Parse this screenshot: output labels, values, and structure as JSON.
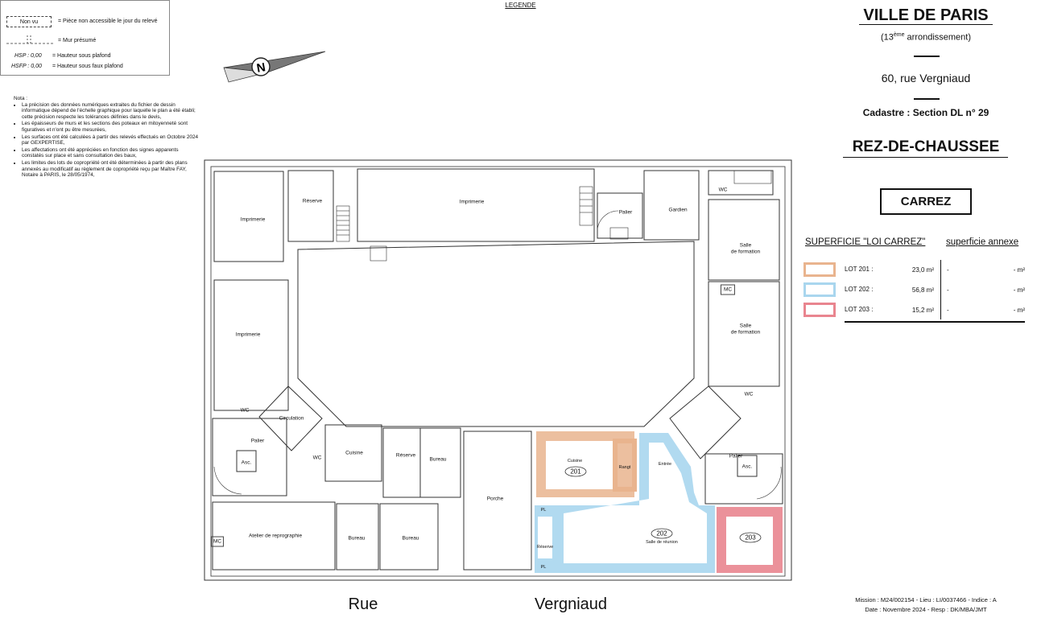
{
  "legend": {
    "title": "LEGENDE",
    "non_vu_label": "Non vu",
    "non_vu_desc": "= Pièce non accessible le jour du relevé",
    "mur_desc": "= Mur présumé",
    "hsp_code": "HSP : 0,00",
    "hsp_desc": "= Hauteur sous plafond",
    "hsfp_code": "HSFP : 0,00",
    "hsfp_desc": "= Hauteur sous faux plafond"
  },
  "nota": {
    "title": "Nota :",
    "items": [
      "La précision des données numériques extraites du fichier de dessin informatique dépend de l'échelle graphique pour laquelle le plan a été établi; cette précision respecte les tolérances définies dans le devis,",
      "Les épaisseurs de murs et les sections des poteaux en mitoyenneté sont figuratives et n'ont pu être mesurées,",
      "Les surfaces ont été calculées à partir des relevés effectués en Octobre 2024 par GEXPERTISE,",
      "Les affectations ont été appréciées en fonction des signes apparents constatés sur place et sans consultation des baux,",
      "Les limites des lots de copropriété ont été déterminées à partir des plans annexés au modificatif au règlement de copropriété reçu par Maître FAY, Notaire à PARIS, le 28/05/1974,"
    ]
  },
  "compass_letter": "N",
  "rooms": {
    "imprimerie_1": "Imprimerie",
    "reserve_1": "Réserve",
    "imprimerie_2": "Imprimerie",
    "palier_1": "Palier",
    "gardien": "Gardien",
    "wc_1": "WC",
    "salle_formation_1a": "Salle",
    "salle_formation_1b": "de formation",
    "mc_1": "MC",
    "salle_formation_2a": "Salle",
    "salle_formation_2b": "de formation",
    "imprimerie_3": "Imprimerie",
    "wc_2": "WC",
    "wc_3": "WC",
    "circulation": "Circulation",
    "palier_2": "Palier",
    "asc_1": "Asc.",
    "wc_4": "WC",
    "cuisine_1": "Cuisine",
    "reserve_2": "Réserve",
    "bureau_1": "Bureau",
    "porche": "Porche",
    "cuisine_2": "Cuisine",
    "rangt": "Rangt",
    "entree": "Entrée",
    "palier_3": "Palier",
    "asc_2": "Asc.",
    "atelier": "Atelier de reprographie",
    "mc_2": "MC",
    "bureau_2": "Bureau",
    "bureau_3": "Bureau",
    "pl_1": "PL",
    "reserve_3": "Réserve",
    "pl_2": "PL",
    "salle_reunion": "Salle de réunion"
  },
  "lot_tags": {
    "lot201": "201",
    "lot202": "202",
    "lot203": "203"
  },
  "streets": {
    "left": "Rue",
    "right": "Vergniaud"
  },
  "title_block": {
    "city": "VILLE DE PARIS",
    "arr_num": "(13",
    "arr_sup": "ème",
    "arr_rest": " arrondissement)",
    "address": "60, rue Vergniaud",
    "cadastre": "Cadastre : Section DL n° 29",
    "level": "REZ-DE-CHAUSSEE",
    "mode": "CARREZ"
  },
  "surface_table": {
    "header_main": "SUPERFICIE \"LOI CARREZ\"",
    "header_annex": "superficie annexe",
    "lots": [
      {
        "name": "LOT 201 :",
        "area": "23,0 m²",
        "annex_dash": "-",
        "annex_unit": "- m²",
        "color": "#e9b48e"
      },
      {
        "name": "LOT 202 :",
        "area": "56,8 m²",
        "annex_dash": "-",
        "annex_unit": "- m²",
        "color": "#a9d6ee"
      },
      {
        "name": "LOT 203 :",
        "area": "15,2 m²",
        "annex_dash": "-",
        "annex_unit": "- m²",
        "color": "#e9858f"
      }
    ]
  },
  "mission": {
    "line1": "Mission : M24/002154 - Lieu : LI/0037466 - Indice : A",
    "line2": "Date : Novembre 2024 - Resp : DK/MBA/JMT"
  }
}
